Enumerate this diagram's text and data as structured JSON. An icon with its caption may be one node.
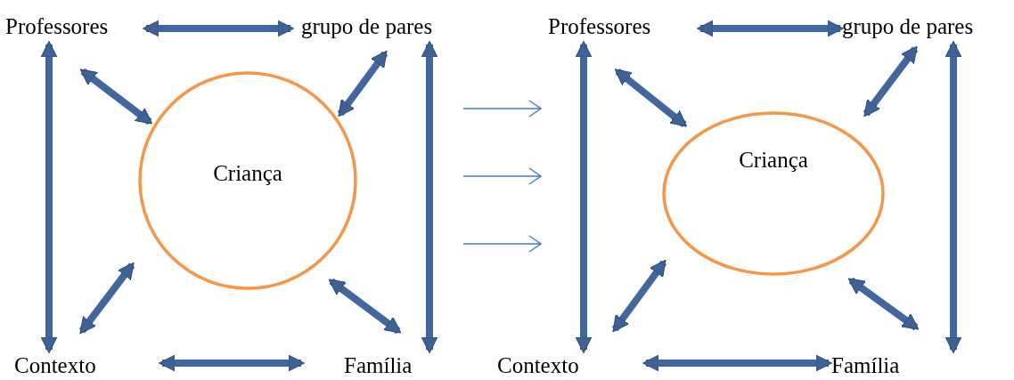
{
  "diagram": {
    "nodes": [
      {
        "text": [
          "Professores"
        ]
      },
      {
        "text": [
          "grupo de pares"
        ]
      },
      {
        "text": [
          "Criança"
        ]
      },
      {
        "text": [
          "Contexto"
        ]
      },
      {
        "text": [
          "Família"
        ]
      },
      {
        "text": [
          "Professores"
        ]
      },
      {
        "text": [
          "grupo de pares"
        ]
      },
      {
        "text": [
          "Criança"
        ]
      },
      {
        "text": [
          "Contexto"
        ]
      },
      {
        "text": [
          "Família"
        ]
      }
    ],
    "edges": [
      {
        "from": 0,
        "to": 1,
        "arrow": "both"
      },
      {
        "from": 0,
        "to": 3,
        "arrow": "both"
      },
      {
        "from": 1,
        "to": 4,
        "arrow": "both"
      },
      {
        "from": 0,
        "to": 2,
        "arrow": "both"
      },
      {
        "from": 1,
        "to": 2,
        "arrow": "both"
      },
      {
        "from": 3,
        "to": 2,
        "arrow": "both"
      },
      {
        "from": 4,
        "to": 2,
        "arrow": "both"
      },
      {
        "from": 3,
        "to": 4,
        "arrow": "both"
      },
      {
        "from": 5,
        "to": 6,
        "arrow": "both"
      },
      {
        "from": 5,
        "to": 8,
        "arrow": "both"
      },
      {
        "from": 6,
        "to": 9,
        "arrow": "both"
      },
      {
        "from": 5,
        "to": 7,
        "arrow": "both"
      },
      {
        "from": 6,
        "to": 7,
        "arrow": "both"
      },
      {
        "from": 8,
        "to": 7,
        "arrow": "both"
      },
      {
        "from": 9,
        "to": 7,
        "arrow": "both"
      },
      {
        "from": 8,
        "to": 9,
        "arrow": "both"
      }
    ]
  }
}
